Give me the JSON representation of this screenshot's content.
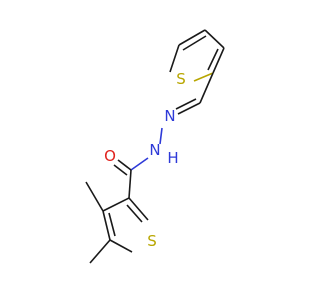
{
  "colors": {
    "bond": "#1a1a1a",
    "sulfur": "#b8a600",
    "nitrogen": "#2e3ad8",
    "oxygen": "#e0221d",
    "background": "#ffffff"
  },
  "atoms": {
    "s_top": "S",
    "n1": "N",
    "n2": "N",
    "h": "H",
    "o": "O",
    "s_bottom": "S"
  }
}
